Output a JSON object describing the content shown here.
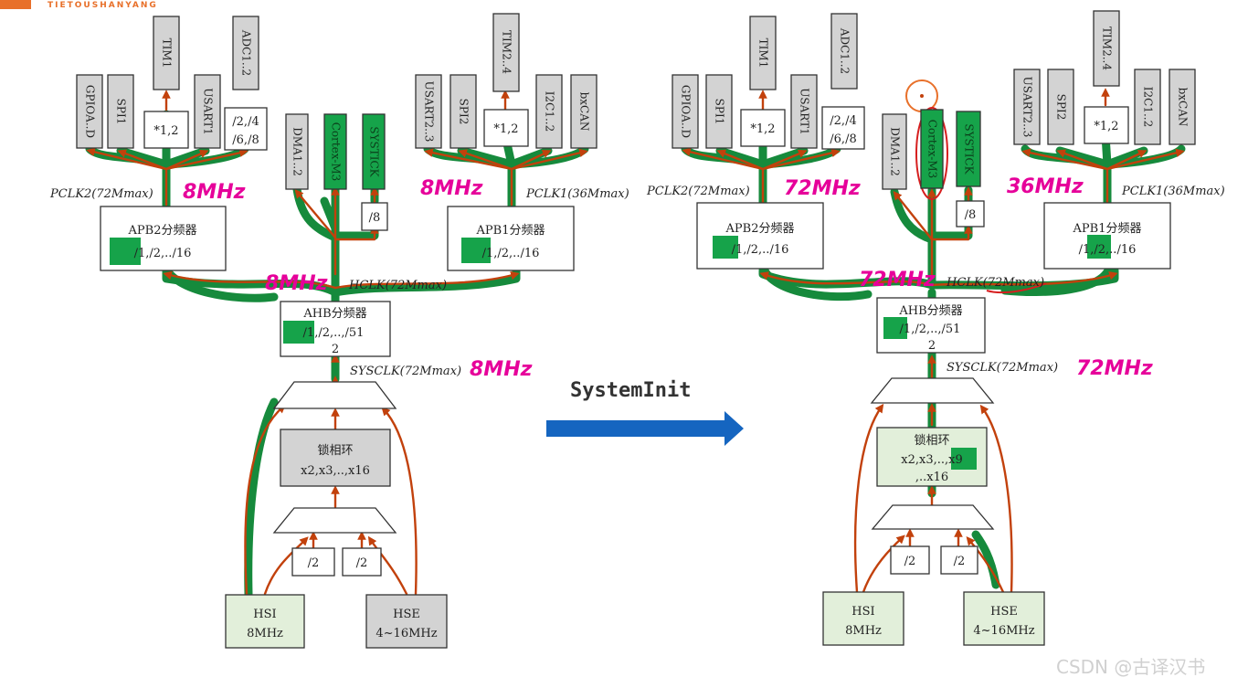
{
  "logo_text": "TIETOUSHANYANG",
  "watermark": "CSDN @古译汉书",
  "center_label": "SystemInit",
  "left": {
    "peripherals_apb2": [
      "GPIOA..D",
      "SPI1",
      "TIM1",
      "USART1",
      "ADC1..2"
    ],
    "mul_apb2": "*1,2",
    "adc_div": [
      "/2,/4",
      "/6,/8"
    ],
    "dma": "DMA1..2",
    "cortex": "Cortex-M3",
    "systick": "SYSTICK",
    "systick_div": "/8",
    "peripherals_apb1": [
      "USART2..3",
      "SPI2",
      "TIM2..4",
      "I2C1..2",
      "bxCAN"
    ],
    "mul_apb1": "*1,2",
    "pclk2_label": "PCLK2(72Mmax)",
    "pclk1_label": "PCLK1(36Mmax)",
    "pclk2_freq": "8MHz",
    "pclk1_freq": "8MHz",
    "apb2_title": "APB2分频器",
    "apb2_divs": "/1,/2,../16",
    "apb1_title": "APB1分频器",
    "apb1_divs": "/1,/2,../16",
    "hclk_label": "HCLK(72Mmax)",
    "hclk_freq": "8MHz",
    "ahb_title": "AHB分频器",
    "ahb_divs": "/1,/2,..,/51",
    "ahb_divs_cont": "2",
    "sysclk_label": "SYSCLK(72Mmax)",
    "sysclk_freq": "8MHz",
    "pll_title": "锁相环",
    "pll_mult": "x2,x3,..,x16",
    "div2a": "/2",
    "div2b": "/2",
    "hsi": [
      "HSI",
      "8MHz"
    ],
    "hse": [
      "HSE",
      "4~16MHz"
    ]
  },
  "right": {
    "peripherals_apb2": [
      "GPIOA..D",
      "SPI1",
      "TIM1",
      "USART1",
      "ADC1..2"
    ],
    "mul_apb2": "*1,2",
    "adc_div": [
      "/2,/4",
      "/6,/8"
    ],
    "dma": "DMA1..2",
    "cortex": "Cortex-M3",
    "systick": "SYSTICK",
    "systick_div": "/8",
    "peripherals_apb1": [
      "USART2..3",
      "SPI2",
      "TIM2..4",
      "I2C1..2",
      "bxCAN"
    ],
    "mul_apb1": "*1,2",
    "pclk2_label": "PCLK2(72Mmax)",
    "pclk1_label": "PCLK1(36Mmax)",
    "pclk2_freq": "72MHz",
    "pclk1_freq": "36MHz",
    "apb2_title": "APB2分频器",
    "apb2_divs": "/1,/2,../16",
    "apb1_title": "APB1分频器",
    "apb1_divs": "/1,/2,../16",
    "hclk_label": "HCLK(72Mmax)",
    "hclk_freq": "72MHz",
    "ahb_title": "AHB分频器",
    "ahb_divs": "/1,/2,..,/51",
    "ahb_divs_cont": "2",
    "sysclk_label": "SYSCLK(72Mmax)",
    "sysclk_freq": "72MHz",
    "pll_title": "锁相环",
    "pll_mult": "x2,x3,..,x9",
    "pll_mult_cont": ",..x16",
    "div2a": "/2",
    "div2b": "/2",
    "hsi": [
      "HSI",
      "8MHz"
    ],
    "hse": [
      "HSE",
      "4~16MHz"
    ]
  },
  "colors": {
    "path_green": "#168a3c",
    "arrow_red": "#c2410c",
    "freq_magenta": "#e6009a",
    "arrow_blue": "#1565c0"
  }
}
